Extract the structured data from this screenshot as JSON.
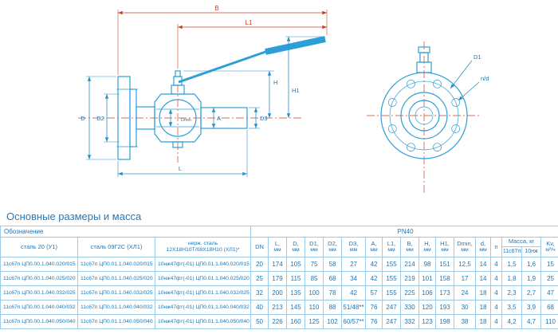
{
  "section": {
    "title": "Основные размеры и масса"
  },
  "drawing": {
    "side_view": {
      "B": "B",
      "L1": "L1",
      "H": "H",
      "H1": "H1",
      "D": "D",
      "D2": "D2",
      "D3": "D3",
      "A": "A",
      "Dmin": "Dmin",
      "L": "L"
    },
    "front_view": {
      "D1": "D1",
      "nd": "n/d"
    }
  },
  "table": {
    "header": {
      "designation": "Обозначение",
      "pn": "PN40",
      "steel20": "сталь 20 (У1)",
      "steel09": "сталь 09Г2С (ХЛ1)",
      "stainless1": "нерж. сталь",
      "stainless2": "12Х18Н10Т/08Х18Н10 (ХЛ1)*",
      "dn": "DN",
      "dims": [
        {
          "sym": "L,",
          "unit": "мм"
        },
        {
          "sym": "D,",
          "unit": "мм"
        },
        {
          "sym": "D1,",
          "unit": "мм"
        },
        {
          "sym": "D2,",
          "unit": "мм"
        },
        {
          "sym": "D3,",
          "unit": "мм"
        },
        {
          "sym": "A,",
          "unit": "мм"
        },
        {
          "sym": "L1,",
          "unit": "мм"
        },
        {
          "sym": "B,",
          "unit": "мм"
        },
        {
          "sym": "H,",
          "unit": "мм"
        },
        {
          "sym": "H1,",
          "unit": "мм"
        },
        {
          "sym": "Dmin,",
          "unit": "мм"
        },
        {
          "sym": "d,",
          "unit": "мм"
        }
      ],
      "n": "n",
      "mass": "Масса, кг",
      "mass_sub1": "11с67п",
      "mass_sub2": "10нж",
      "kv1": "Kv,",
      "kv2": "м³/ч"
    },
    "rows": [
      {
        "steel20": "11с67п ЦП0.00.1.040.020/015",
        "steel09": "11с67п ЦП0.01.1.040.020/015",
        "stainless": "10нж47фт(-01) ЦП0.01.1.040.020/015",
        "values": [
          "20",
          "174",
          "105",
          "75",
          "58",
          "27",
          "42",
          "155",
          "214",
          "98",
          "151",
          "12,5",
          "14",
          "4",
          "1,5",
          "1,6",
          "15"
        ]
      },
      {
        "steel20": "11с67п ЦП0.00.1.040.025/020",
        "steel09": "11с67п ЦП0.01.1.040.025/020",
        "stainless": "10нж47фт(-01) ЦП0.01.1.040.025/020",
        "values": [
          "25",
          "179",
          "115",
          "85",
          "68",
          "34",
          "42",
          "155",
          "219",
          "101",
          "158",
          "17",
          "14",
          "4",
          "1,8",
          "1,9",
          "25"
        ]
      },
      {
        "steel20": "11с67п ЦП0.00.1.040.032/025",
        "steel09": "11с67п ЦП0.01.1.040.032/025",
        "stainless": "10нж47фт(-01) ЦП0.01.1.040.032/025",
        "values": [
          "32",
          "200",
          "135",
          "100",
          "78",
          "42",
          "57",
          "155",
          "225",
          "106",
          "173",
          "24",
          "18",
          "4",
          "2,3",
          "2,7",
          "47"
        ]
      },
      {
        "steel20": "11с67п ЦП0.00.1.040.040/032",
        "steel09": "11с67п ЦП0.01.1.040.040/032",
        "stainless": "10нж47фт(-01) ЦП0.01.1.040.040/032",
        "values": [
          "40",
          "213",
          "145",
          "110",
          "88",
          "51/48**",
          "76",
          "247",
          "330",
          "120",
          "193",
          "30",
          "18",
          "4",
          "3,5",
          "3,9",
          "68"
        ]
      },
      {
        "steel20": "11с67п ЦП0.00.1.040.050/040",
        "steel09": "11с67п ЦП0.01.1.040.050/040",
        "stainless": "10нж47фт(-01) ЦП0.01.1.040.050/040",
        "values": [
          "50",
          "226",
          "160",
          "125",
          "102",
          "60/57**",
          "76",
          "247",
          "332",
          "123",
          "198",
          "38",
          "18",
          "4",
          "4,2",
          "4,7",
          "110"
        ]
      }
    ]
  }
}
